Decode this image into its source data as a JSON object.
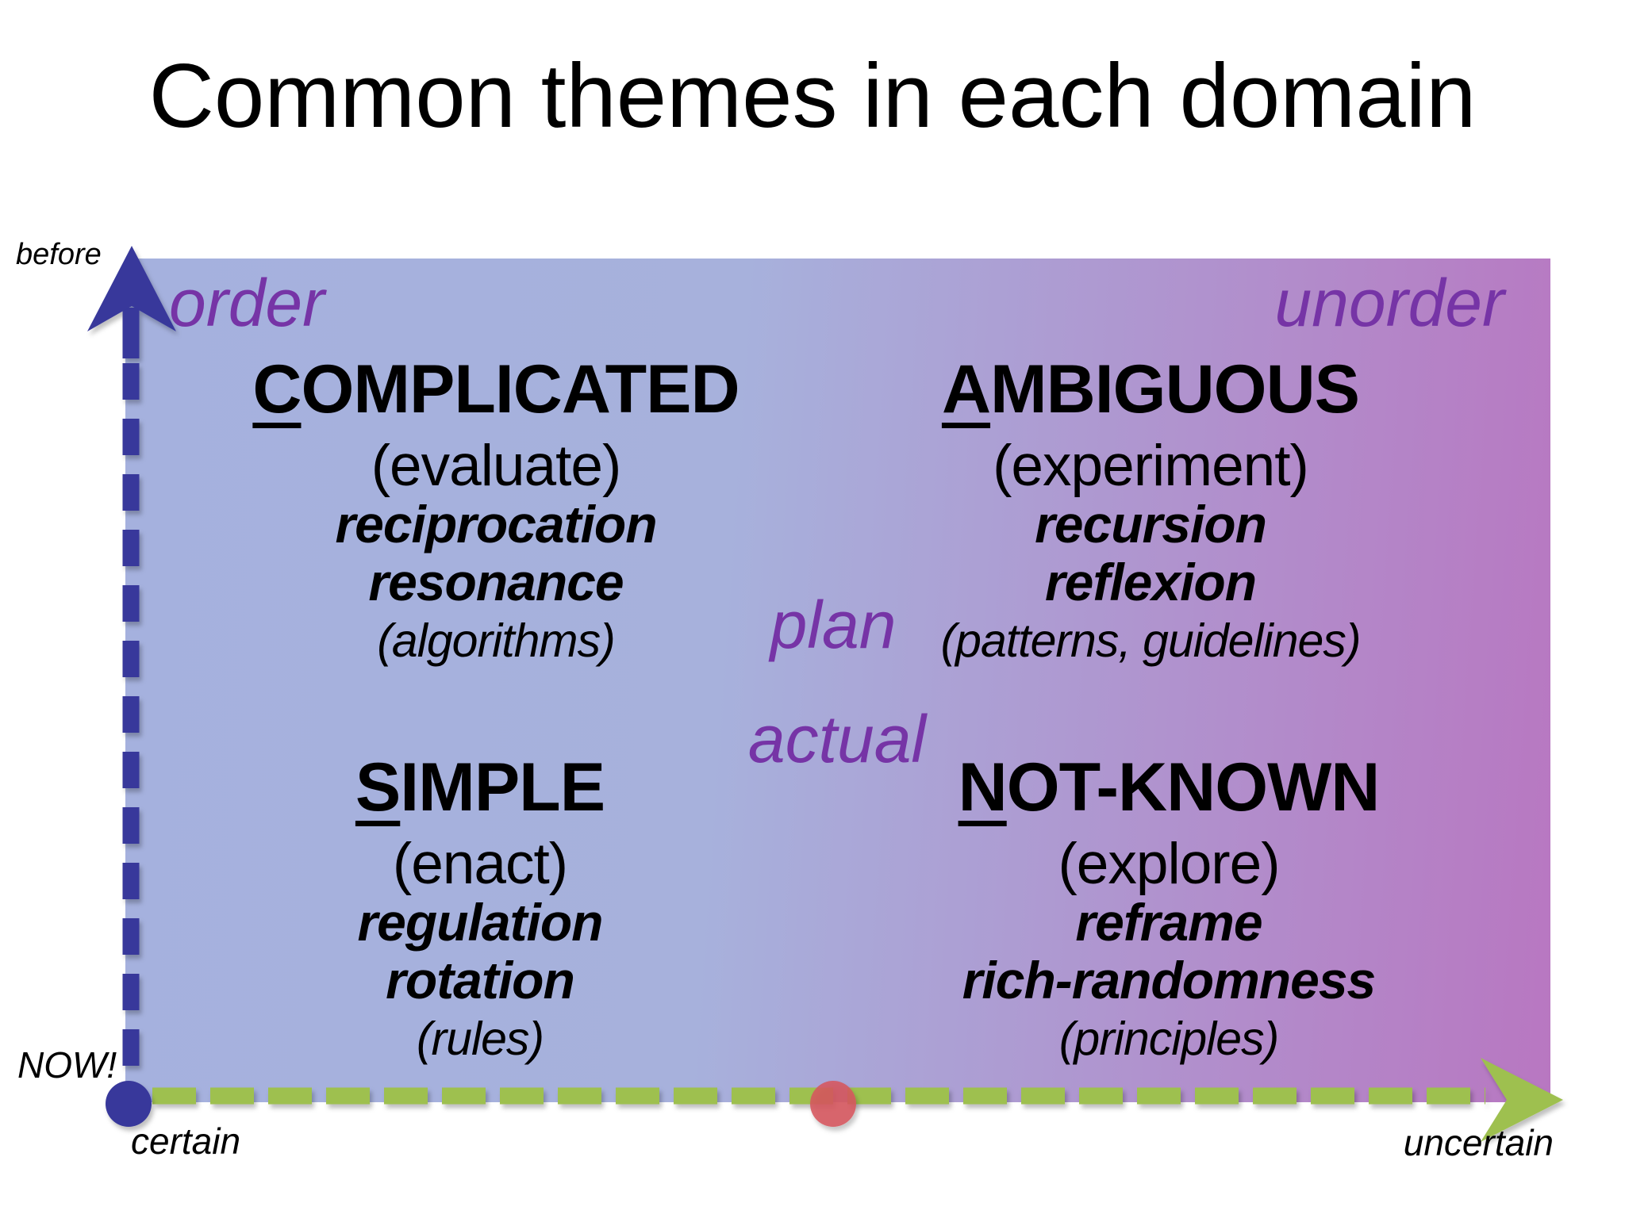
{
  "slide": {
    "title": "Common themes in each domain"
  },
  "axes": {
    "y_top_label": "before",
    "origin_label": "NOW!",
    "x_left_label": "certain",
    "x_right_label": "uncertain"
  },
  "regions": {
    "left": "order",
    "right": "unorder",
    "upper_center": "plan",
    "lower_center": "actual"
  },
  "quadrants": {
    "top_left": {
      "heading_initial": "C",
      "heading_rest": "OMPLICATED",
      "action": "(evaluate)",
      "theme1": "reciprocation",
      "theme2": "resonance",
      "note": "(algorithms)"
    },
    "top_right": {
      "heading_initial": "A",
      "heading_rest": "MBIGUOUS",
      "action": "(experiment)",
      "theme1": "recursion",
      "theme2": "reflexion",
      "note": "(patterns, guidelines)"
    },
    "bottom_left": {
      "heading_initial": "S",
      "heading_rest": "IMPLE",
      "action": "(enact)",
      "theme1": "regulation",
      "theme2": "rotation",
      "note": "(rules)"
    },
    "bottom_right": {
      "heading_initial": "N",
      "heading_rest": "OT-KNOWN",
      "action": "(explore)",
      "theme1": "reframe",
      "theme2": "rich-randomness",
      "note": "(principles)"
    }
  },
  "colors": {
    "gradient_left": "#a5b1de",
    "gradient_right": "#b877c1",
    "axis_blue": "#37399b",
    "axis_green": "#9ec050",
    "divider_red": "#d6565e",
    "divider_gray": "#acaca5",
    "label_purple": "#7634a6",
    "text_black": "#000000"
  }
}
